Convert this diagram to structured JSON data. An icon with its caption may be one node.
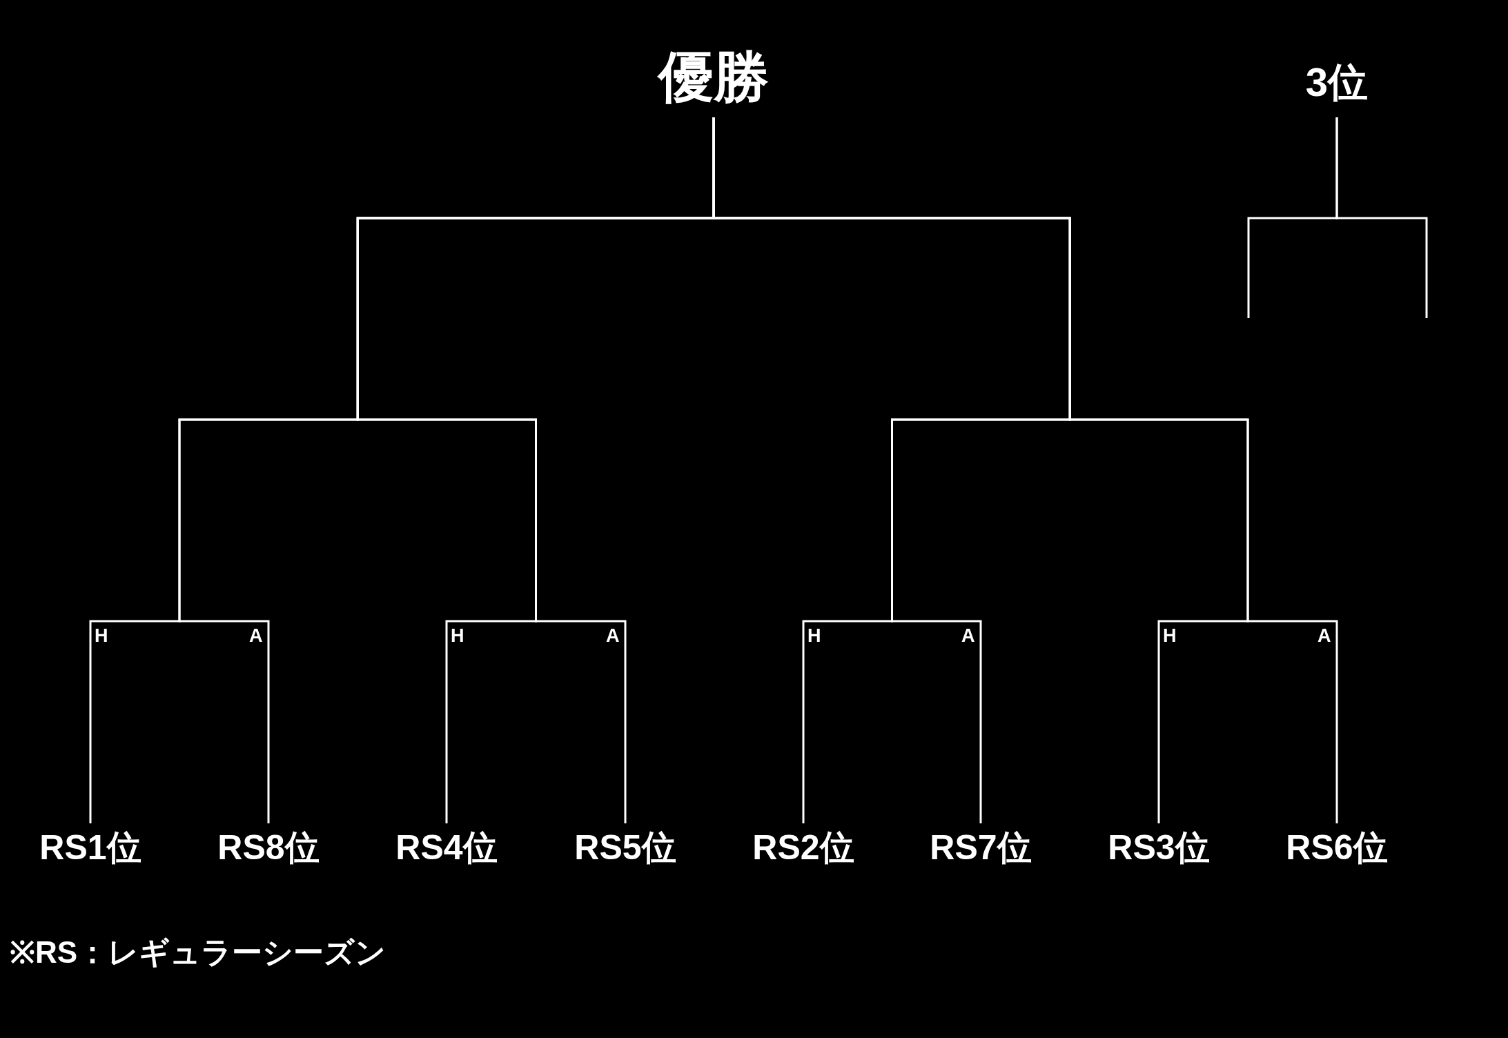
{
  "diagram": {
    "nodes": [
      {
        "text": [
          "優勝"
        ]
      },
      {
        "text": [
          "3位"
        ]
      },
      {
        "text": [
          "RS1位"
        ]
      },
      {
        "text": [
          "RS8位"
        ]
      },
      {
        "text": [
          "RS4位"
        ]
      },
      {
        "text": [
          "RS5位"
        ]
      },
      {
        "text": [
          "RS2位"
        ]
      },
      {
        "text": [
          "RS7位"
        ]
      },
      {
        "text": [
          "RS3位"
        ]
      },
      {
        "text": [
          "RS6位"
        ]
      }
    ],
    "edges": [
      {
        "from": 2,
        "to": 0,
        "arrow": "none"
      },
      {
        "from": 3,
        "to": 0,
        "arrow": "none"
      },
      {
        "from": 4,
        "to": 0,
        "arrow": "none"
      },
      {
        "from": 5,
        "to": 0,
        "arrow": "none"
      },
      {
        "from": 6,
        "to": 0,
        "arrow": "none"
      },
      {
        "from": 7,
        "to": 0,
        "arrow": "none"
      },
      {
        "from": 8,
        "to": 0,
        "arrow": "none"
      },
      {
        "from": 9,
        "to": 0,
        "arrow": "none"
      },
      {
        "from": null,
        "to": 1,
        "arrow": "none"
      },
      {
        "from": null,
        "to": 1,
        "arrow": "none"
      }
    ],
    "labels": [
      "H",
      "A",
      "H",
      "A",
      "H",
      "A",
      "H",
      "A",
      "※RS：レギュラーシーズン"
    ]
  }
}
